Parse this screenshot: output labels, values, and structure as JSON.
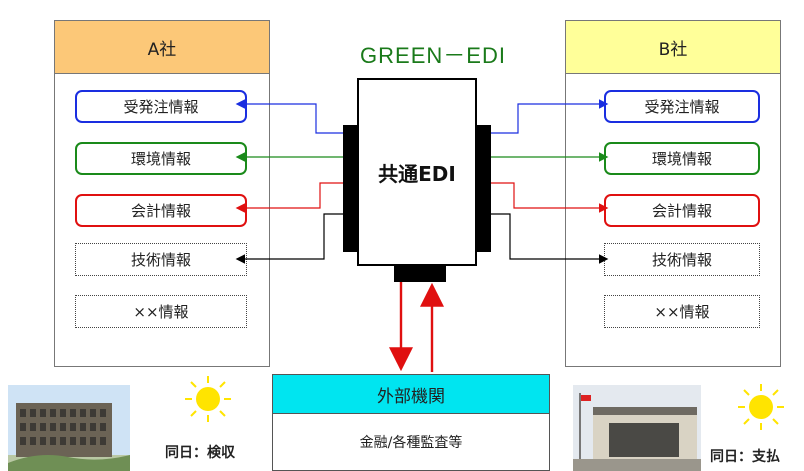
{
  "diagram": {
    "title": "GREEN－EDI",
    "center_label": "共通EDI",
    "company_a": {
      "label": "A社",
      "items": [
        {
          "label": "受発注情報",
          "color": "#1a2ee0",
          "style": "solid"
        },
        {
          "label": "環境情報",
          "color": "#1a8a1a",
          "style": "solid"
        },
        {
          "label": "会計情報",
          "color": "#e01010",
          "style": "solid"
        },
        {
          "label": "技術情報",
          "color": "#333333",
          "style": "dotted"
        },
        {
          "label": "××情報",
          "color": "#333333",
          "style": "dotted"
        }
      ]
    },
    "company_b": {
      "label": "B社",
      "items": [
        {
          "label": "受発注情報",
          "color": "#1a2ee0",
          "style": "solid"
        },
        {
          "label": "環境情報",
          "color": "#1a8a1a",
          "style": "solid"
        },
        {
          "label": "会計情報",
          "color": "#e01010",
          "style": "solid"
        },
        {
          "label": "技術情報",
          "color": "#333333",
          "style": "dotted"
        },
        {
          "label": "××情報",
          "color": "#333333",
          "style": "dotted"
        }
      ]
    },
    "external": {
      "label": "外部機関",
      "description": "金融/各種監査等"
    },
    "caption_left": "同日：検収",
    "caption_right": "同日：支払",
    "colors": {
      "company_a_header": "#fcc878",
      "company_b_header": "#ffff99",
      "external_header": "#00e5f0",
      "title": "#1a7a1a"
    }
  }
}
